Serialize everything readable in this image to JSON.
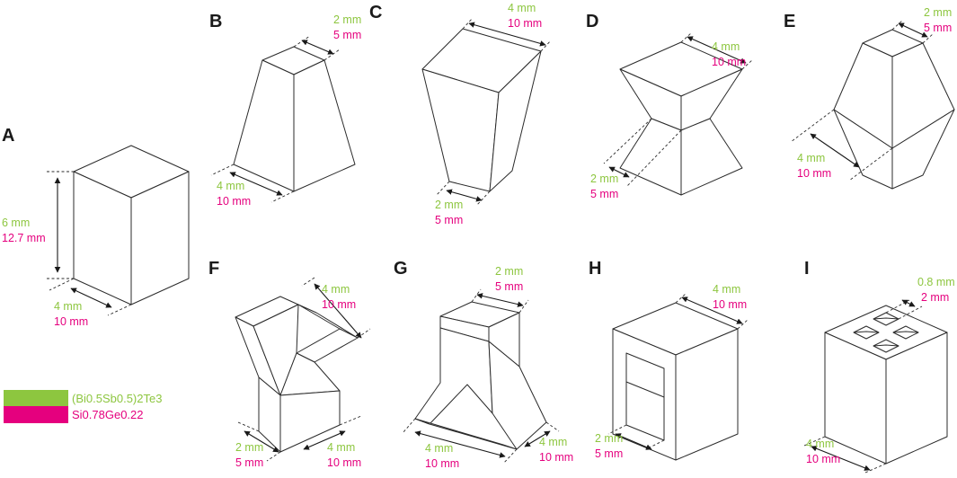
{
  "colors": {
    "material_a": "#8dc63f",
    "material_b": "#e5007e",
    "stroke": "#2b2b2b"
  },
  "legend": [
    {
      "label": "(Bi0.5Sb0.5)2Te3",
      "color": "#8dc63f"
    },
    {
      "label": "Si0.78Ge0.22",
      "color": "#e5007e"
    }
  ],
  "panels": {
    "A": {
      "label": "A",
      "dims": [
        {
          "a": "6 mm",
          "b": "12.7 mm"
        },
        {
          "a": "4 mm",
          "b": "10 mm"
        }
      ]
    },
    "B": {
      "label": "B",
      "dims": [
        {
          "a": "2 mm",
          "b": "5 mm"
        },
        {
          "a": "4 mm",
          "b": "10 mm"
        }
      ]
    },
    "C": {
      "label": "C",
      "dims": [
        {
          "a": "4 mm",
          "b": "10 mm"
        },
        {
          "a": "2 mm",
          "b": "5 mm"
        }
      ]
    },
    "D": {
      "label": "D",
      "dims": [
        {
          "a": "4 mm",
          "b": "10 mm"
        },
        {
          "a": "2 mm",
          "b": "5 mm"
        }
      ]
    },
    "E": {
      "label": "E",
      "dims": [
        {
          "a": "2 mm",
          "b": "5 mm"
        },
        {
          "a": "4 mm",
          "b": "10 mm"
        }
      ]
    },
    "F": {
      "label": "F",
      "dims": [
        {
          "a": "4 mm",
          "b": "10 mm"
        },
        {
          "a": "2 mm",
          "b": "5 mm"
        },
        {
          "a": "4 mm",
          "b": "10 mm"
        }
      ]
    },
    "G": {
      "label": "G",
      "dims": [
        {
          "a": "2 mm",
          "b": "5 mm"
        },
        {
          "a": "4 mm",
          "b": "10 mm"
        },
        {
          "a": "4 mm",
          "b": "10 mm"
        }
      ]
    },
    "H": {
      "label": "H",
      "dims": [
        {
          "a": "4 mm",
          "b": "10 mm"
        },
        {
          "a": "2 mm",
          "b": "5 mm"
        }
      ]
    },
    "I": {
      "label": "I",
      "dims": [
        {
          "a": "0.8 mm",
          "b": "2 mm"
        },
        {
          "a": "4 mm",
          "b": "10 mm"
        }
      ]
    }
  }
}
